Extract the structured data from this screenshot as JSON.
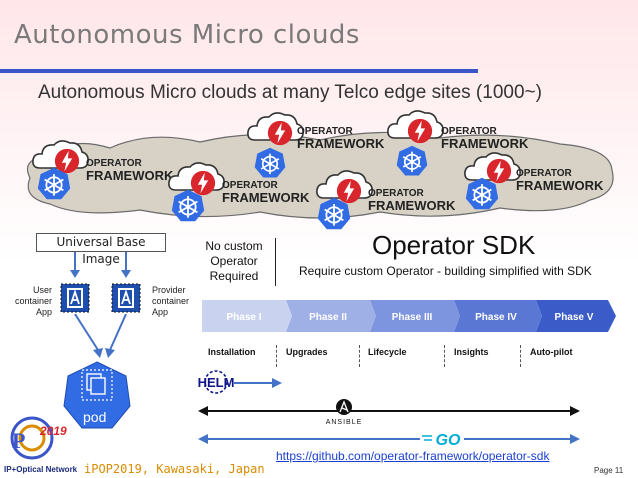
{
  "slide": {
    "title": "Autonomous Micro clouds",
    "subtitle": "Autonomous Micro clouds at many Telco edge sites (1000~)"
  },
  "operator_framework": {
    "line1": "OPERATOR",
    "line2": "FRAMEWORK"
  },
  "pod_diagram": {
    "universal_base_image": "Universal Base Image",
    "user_container": [
      "User",
      "container",
      "App"
    ],
    "provider_container": [
      "Provider",
      "container",
      "App"
    ],
    "pod_label": "pod"
  },
  "no_custom": [
    "No custom",
    "Operator",
    "Required"
  ],
  "operator_sdk": {
    "title": "Operator SDK",
    "require_text": "Require  custom Operator - building simplified with SDK",
    "phases": [
      "Phase I",
      "Phase II",
      "Phase III",
      "Phase IV",
      "Phase V"
    ],
    "capabilities": [
      "Installation",
      "Upgrades",
      "Lifecycle",
      "Insights",
      "Auto-pilot"
    ],
    "phase_colors": [
      "#c9d3f0",
      "#9fb0e6",
      "#7d94de",
      "#5a77d4",
      "#3b5bc9"
    ]
  },
  "tools": {
    "helm": "HELM",
    "ansible": "ANSIBLE",
    "go": "GO"
  },
  "link": "https://github.com/operator-framework/operator-sdk",
  "footer": {
    "logo_year": "2019",
    "logo_text": "IP+Optical Network",
    "event": "iPOP2019, Kawasaki, Japan",
    "page": "Page 11"
  }
}
